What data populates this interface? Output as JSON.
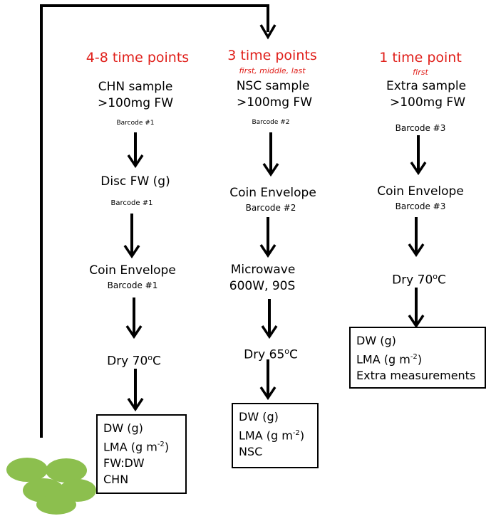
{
  "columns": [
    {
      "header": "4-8 time points",
      "subheader": "",
      "sample_line1": "CHN sample",
      "sample_line2": ">100mg FW",
      "barcode_a": "Barcode #1",
      "step_disc": "Disc FW (g)",
      "barcode_b": "Barcode #1",
      "step_envelope": "Coin Envelope",
      "barcode_c": "Barcode #1",
      "step_dry_base": "Dry 70",
      "step_dry_sup": "o",
      "step_dry_unit": "C",
      "box": [
        "DW (g)",
        "LMA (g m",
        "FW:DW",
        "CHN"
      ],
      "box_lma_sup": "-2",
      "box_lma_end": ")"
    },
    {
      "header": "3 time points",
      "subheader": "first, middle, last",
      "sample_line1": "NSC sample",
      "sample_line2": ">100mg FW",
      "barcode_a": "Barcode #2",
      "step_envelope": "Coin Envelope",
      "barcode_b": "Barcode #2",
      "step_microwave_1": "Microwave",
      "step_microwave_2": "600W, 90S",
      "step_dry_base": "Dry 65",
      "step_dry_sup": "o",
      "step_dry_unit": "C",
      "box": [
        "DW (g)",
        "LMA (g m",
        "NSC"
      ],
      "box_lma_sup": "-2",
      "box_lma_end": ")"
    },
    {
      "header": "1 time point",
      "subheader": "first",
      "sample_line1": "Extra sample",
      "sample_line2": ">100mg FW",
      "barcode_a": "Barcode #3",
      "step_envelope": "Coin Envelope",
      "barcode_b": "Barcode #3",
      "step_dry_base": "Dry 70",
      "step_dry_sup": "o",
      "step_dry_unit": "C",
      "box": [
        "DW (g)",
        "LMA (g m",
        "Extra measurements"
      ],
      "box_lma_sup": "-2",
      "box_lma_end": ")"
    }
  ],
  "colors": {
    "header_red": "#e0201b",
    "leaf_green": "#8cbf4e",
    "line": "#000000"
  },
  "icons": {
    "leaf_cluster": "leaf-discs-icon",
    "arrow": "down-arrow-icon"
  }
}
